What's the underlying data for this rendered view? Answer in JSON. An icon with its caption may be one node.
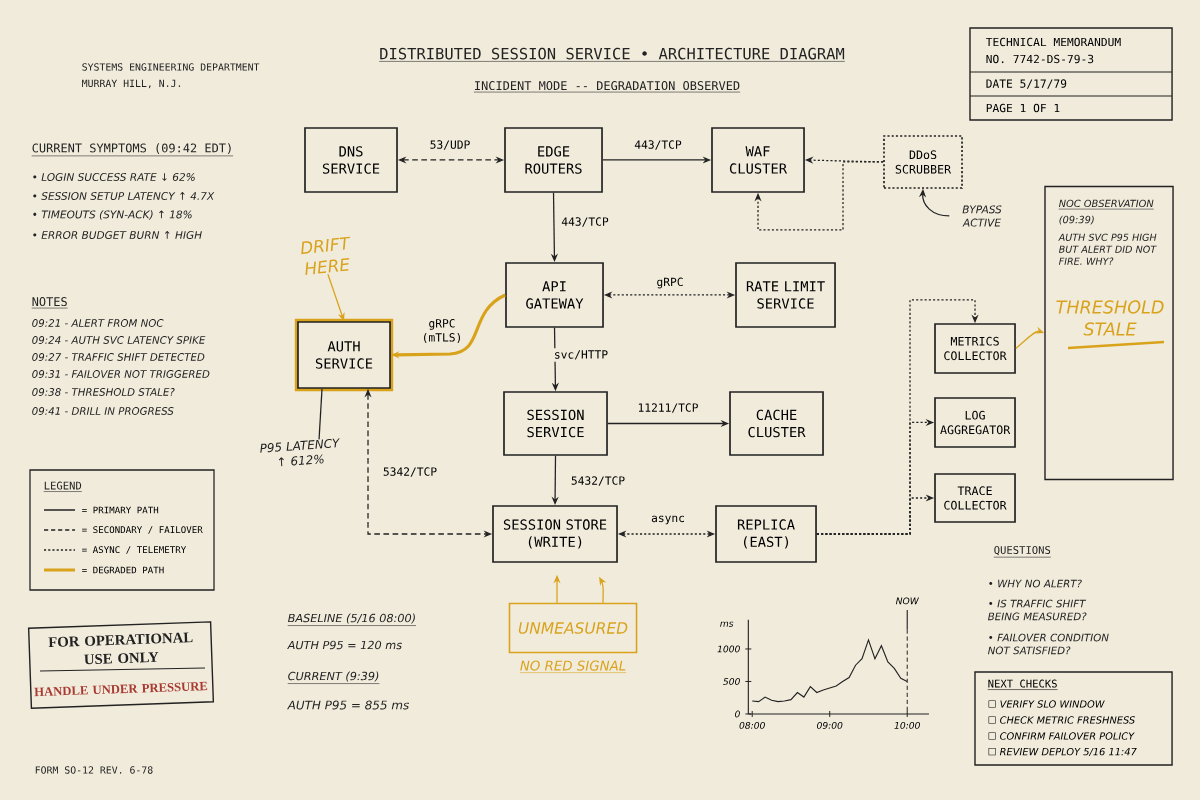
{
  "diagram": {
    "title": "DISTRIBUTED SESSION SERVICE • ARCHITECTURE DIAGRAM",
    "nodes": [
      {
        "text": [
          "DNS SERVICE"
        ]
      },
      {
        "text": [
          "EDGE ROUTERS"
        ]
      },
      {
        "text": [
          "WAF CLUSTER"
        ]
      },
      {
        "text": [
          "DDoS SCRUBBER"
        ]
      },
      {
        "text": [
          "API GATEWAY"
        ]
      },
      {
        "text": [
          "RATE LIMIT SERVICE"
        ]
      },
      {
        "text": [
          "AUTH SERVICE"
        ]
      },
      {
        "text": [
          "SESSION SERVICE"
        ]
      },
      {
        "text": [
          "CACHE CLUSTER"
        ]
      },
      {
        "text": [
          "SESSION STORE (WRITE)"
        ]
      },
      {
        "text": [
          "REPLICA (EAST)"
        ]
      },
      {
        "text": [
          "METRICS COLLECTOR"
        ]
      },
      {
        "text": [
          "LOG AGGREGATOR"
        ]
      },
      {
        "text": [
          "TRACE COLLECTOR"
        ]
      },
      {
        "text": [
          "NOC OBSERVATION",
          "(09:39)",
          "AUTH SVC P95 HIGH BUT ALERT DID NOT FIRE. WHY?",
          "THRESHOLD STALE"
        ]
      },
      {
        "text": [
          "BYPASS ACTIVE"
        ]
      },
      {
        "text": [
          "DRIFT HERE"
        ]
      },
      {
        "text": [
          "UNMEASURED"
        ],
        "beside": [
          "NO RED SIGNAL"
        ]
      },
      {
        "text": [
          "P95 LATENCY ↑ 612%"
        ]
      },
      {
        "text": [
          "TECHNICAL MEMORANDUM",
          "NO. 7742-DS-79-3",
          "DATE 5/17/79",
          "PAGE 1 OF 1"
        ]
      },
      {
        "text": [
          "FOR OPERATIONAL USE ONLY",
          "HANDLE UNDER PRESSURE"
        ]
      },
      {
        "text": [
          "NEXT CHECKS",
          "☐ VERIFY SLO WINDOW",
          "☐ CHECK METRIC FRESHNESS",
          "☐ CONFIRM FAILOVER POLICY",
          "☐ REVIEW DEPLOY 5/16 11:47"
        ]
      }
    ],
    "edges": [
      {
        "from": 0,
        "to": 1,
        "arrow": "both",
        "label": "53/UDP",
        "style": "dashed"
      },
      {
        "from": 1,
        "to": 2,
        "arrow": "to",
        "label": "443/TCP"
      },
      {
        "from": 3,
        "to": 2,
        "arrow": "to",
        "style": "dashed"
      },
      {
        "from": 3,
        "to": 2,
        "arrow": "to",
        "style": "dashed"
      },
      {
        "from": 1,
        "to": 4,
        "arrow": "to",
        "label": "443/TCP"
      },
      {
        "from": 4,
        "to": 5,
        "arrow": "both",
        "label": "gRPC",
        "style": "dashed"
      },
      {
        "from": 4,
        "to": 6,
        "arrow": "to",
        "label": "gRPC (mTLS)",
        "style": "thick",
        "color": "#d9a21b"
      },
      {
        "from": 4,
        "to": 7,
        "arrow": "to",
        "label": "svc/HTTP"
      },
      {
        "from": 7,
        "to": 8,
        "arrow": "to",
        "label": "11211/TCP"
      },
      {
        "from": 7,
        "to": 9,
        "arrow": "to",
        "label": "5432/TCP"
      },
      {
        "from": 6,
        "to": 9,
        "arrow": "both",
        "label": "5342/TCP",
        "style": "dashed"
      },
      {
        "from": 9,
        "to": 10,
        "arrow": "both",
        "label": "async",
        "style": "dashed"
      },
      {
        "from": 10,
        "to": 11,
        "arrow": "to",
        "style": "dashed"
      },
      {
        "from": 10,
        "to": 12,
        "arrow": "to",
        "style": "dashed"
      },
      {
        "from": 10,
        "to": 13,
        "arrow": "to",
        "style": "dashed"
      },
      {
        "from": 11,
        "to": 14,
        "arrow": "to",
        "color": "#d9a21b"
      },
      {
        "from": 15,
        "to": 3,
        "arrow": "to"
      },
      {
        "from": 16,
        "to": 6,
        "arrow": "to",
        "color": "#d9a21b"
      },
      {
        "from": 17,
        "to": 9,
        "arrow": "to",
        "color": "#d9a21b"
      },
      {
        "from": 17,
        "to": 9,
        "arrow": "to",
        "color": "#d9a21b"
      },
      {
        "from": 18,
        "to": 6,
        "arrow": "none"
      }
    ],
    "labels": [
      "SYSTEMS ENGINEERING DEPARTMENT",
      "MURRAY HILL, N.J.",
      "INCIDENT MODE -- DEGRADATION OBSERVED",
      "CURRENT SYMPTOMS (09:42 EDT)",
      "• LOGIN SUCCESS RATE ↓ 62%",
      "• SESSION SETUP LATENCY ↑ 4.7X",
      "• TIMEOUTS (SYN-ACK) ↑ 18%",
      "• ERROR BUDGET BURN ↑ HIGH",
      "NOTES",
      "09:21 - ALERT FROM NOC",
      "09:24 - AUTH SVC LATENCY SPIKE",
      "09:27 - TRAFFIC SHIFT DETECTED",
      "09:31 - FAILOVER NOT TRIGGERED",
      "09:38 - THRESHOLD STALE?",
      "09:41 - DRILL IN PROGRESS",
      "LEGEND",
      "BASELINE (5/16 08:00)",
      "AUTH P95 = 120 ms",
      "CURRENT (9:39)",
      "AUTH P95 = 855 ms",
      "QUESTIONS",
      "• WHY NO ALERT?",
      "• IS TRAFFIC SHIFT BEING MEASURED?",
      "• FAILOVER CONDITION NOT SATISFIED?",
      "FORM SO-12 REV. 6-78"
    ],
    "legend": [
      {
        "text": "= PRIMARY PATH"
      },
      {
        "text": "= SECONDARY / FAILOVER"
      },
      {
        "text": "= ASYNC / TELEMETRY"
      },
      {
        "text": "= DEGRADED PATH"
      }
    ],
    "chart_data": {
      "type": "line",
      "ylabel": "ms",
      "x": [
        8,
        8.0833,
        8.1667,
        8.25,
        8.3333,
        8.4167,
        8.5,
        8.5833,
        8.6667,
        8.75,
        8.8333,
        8.9167,
        9,
        9.0833,
        9.1667,
        9.25,
        9.3333,
        9.4167,
        9.5,
        9.5833,
        9.6667,
        9.75,
        9.8333,
        9.9167,
        10
      ],
      "series": [
        {
          "color": "#222222",
          "values": [
            200,
            190,
            260,
            210,
            190,
            200,
            220,
            330,
            260,
            420,
            330,
            370,
            400,
            430,
            500,
            560,
            750,
            850,
            1140,
            850,
            1050,
            800,
            700,
            550,
            500
          ]
        }
      ],
      "xlim": [
        7.95,
        10.28
      ],
      "ylim": [
        0,
        1450
      ],
      "xticks": [
        {
          "value": 8,
          "label": "08:00"
        },
        {
          "value": 9,
          "label": "09:00"
        },
        {
          "value": 10,
          "label": "10:00"
        }
      ],
      "yticks": [
        0,
        500,
        1000
      ],
      "annotations": [
        {
          "x": 10,
          "text": "NOW"
        }
      ]
    }
  }
}
